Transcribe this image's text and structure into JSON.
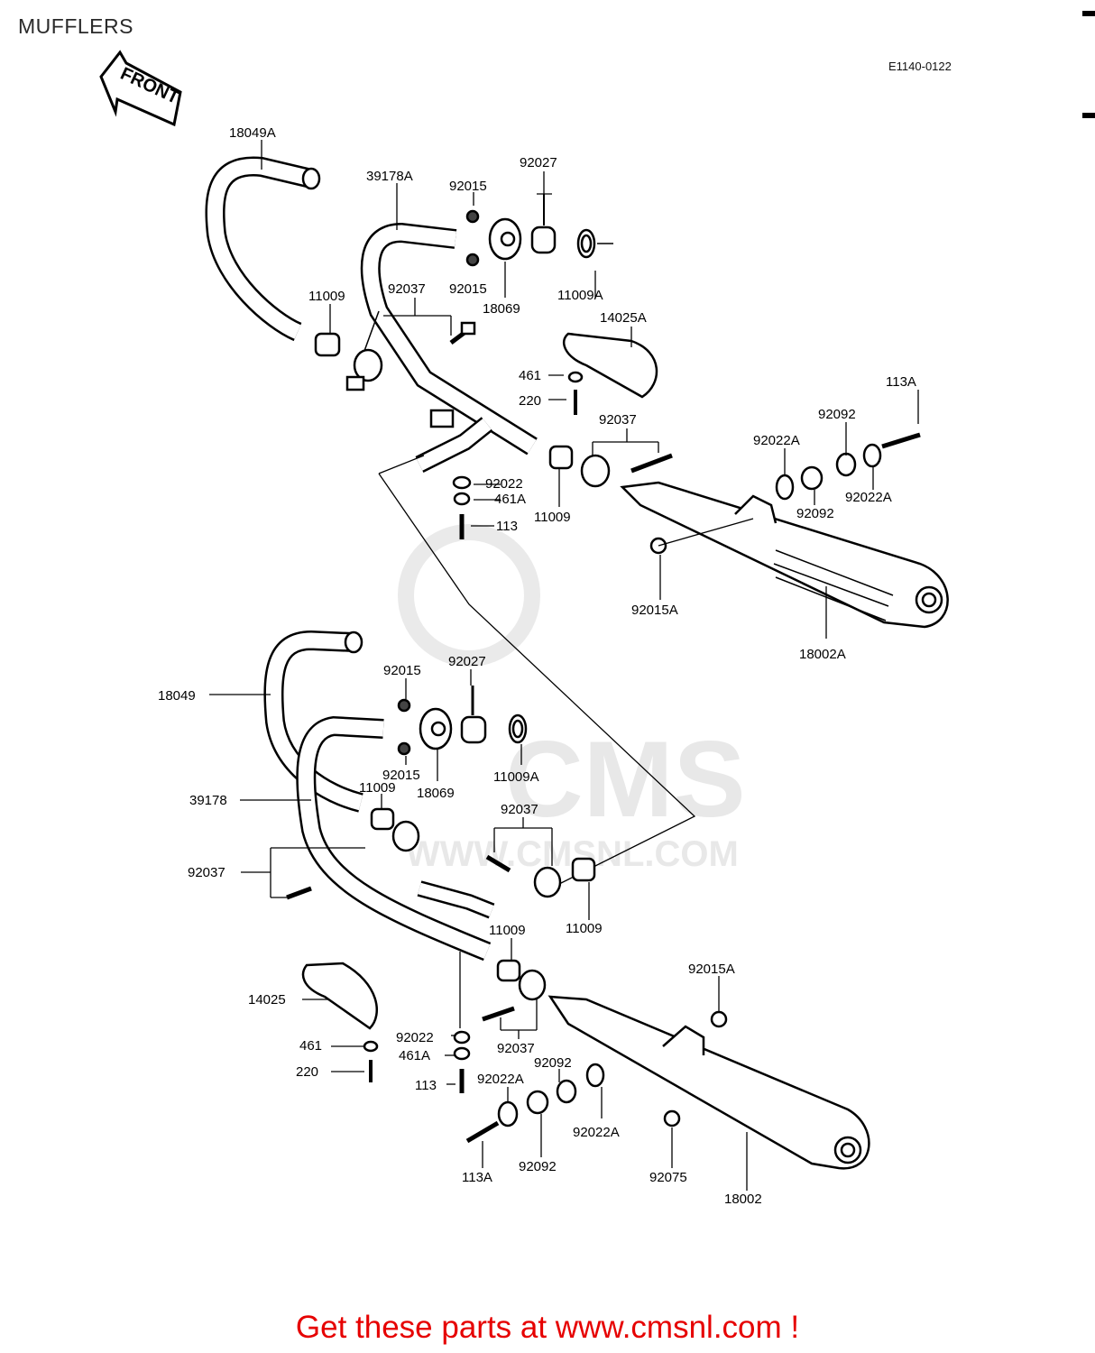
{
  "page": {
    "title": "MUFFLERS",
    "diagram_code": "E1140-0122",
    "front_label": "FRONT",
    "watermark_logo": "CMS",
    "watermark_url": "WWW.CMSNL.COM",
    "promo_text": "Get these parts at www.cmsnl.com !",
    "promo_color": "#e60000"
  },
  "parts": {
    "p18049A": "18049A",
    "p39178A": "39178A",
    "p92015_a": "92015",
    "p92027_a": "92027",
    "p92015_b": "92015",
    "p18069_a": "18069",
    "p11009A_a": "11009A",
    "p11009_a": "11009",
    "p92037_a": "92037",
    "p14025A": "14025A",
    "p461_a": "461",
    "p220_a": "220",
    "p113A_a": "113A",
    "p92092_a": "92092",
    "p92037_b": "92037",
    "p92022A_a": "92022A",
    "p92022_a": "92022",
    "p461A_a": "461A",
    "p113_a": "113",
    "p11009_b": "11009",
    "p92092_b": "92092",
    "p92022A_b": "92022A",
    "p92015A_a": "92015A",
    "p18002A": "18002A",
    "p92015_c": "92015",
    "p92027_b": "92027",
    "p18049": "18049",
    "p11009A_b": "11009A",
    "p92015_d": "92015",
    "p18069_b": "18069",
    "p11009_c": "11009",
    "p39178": "39178",
    "p92037_c": "92037",
    "p92037_d": "92037",
    "p11009_d": "11009",
    "p11009_e": "11009",
    "p92015A_b": "92015A",
    "p14025": "14025",
    "p92022_b": "92022",
    "p461_b": "461",
    "p461A_b": "461A",
    "p220_b": "220",
    "p92037_e": "92037",
    "p92092_c": "92092",
    "p92022A_c": "92022A",
    "p113_b": "113",
    "p92022A_d": "92022A",
    "p113A_b": "113A",
    "p92092_d": "92092",
    "p92075": "92075",
    "p18002": "18002"
  }
}
